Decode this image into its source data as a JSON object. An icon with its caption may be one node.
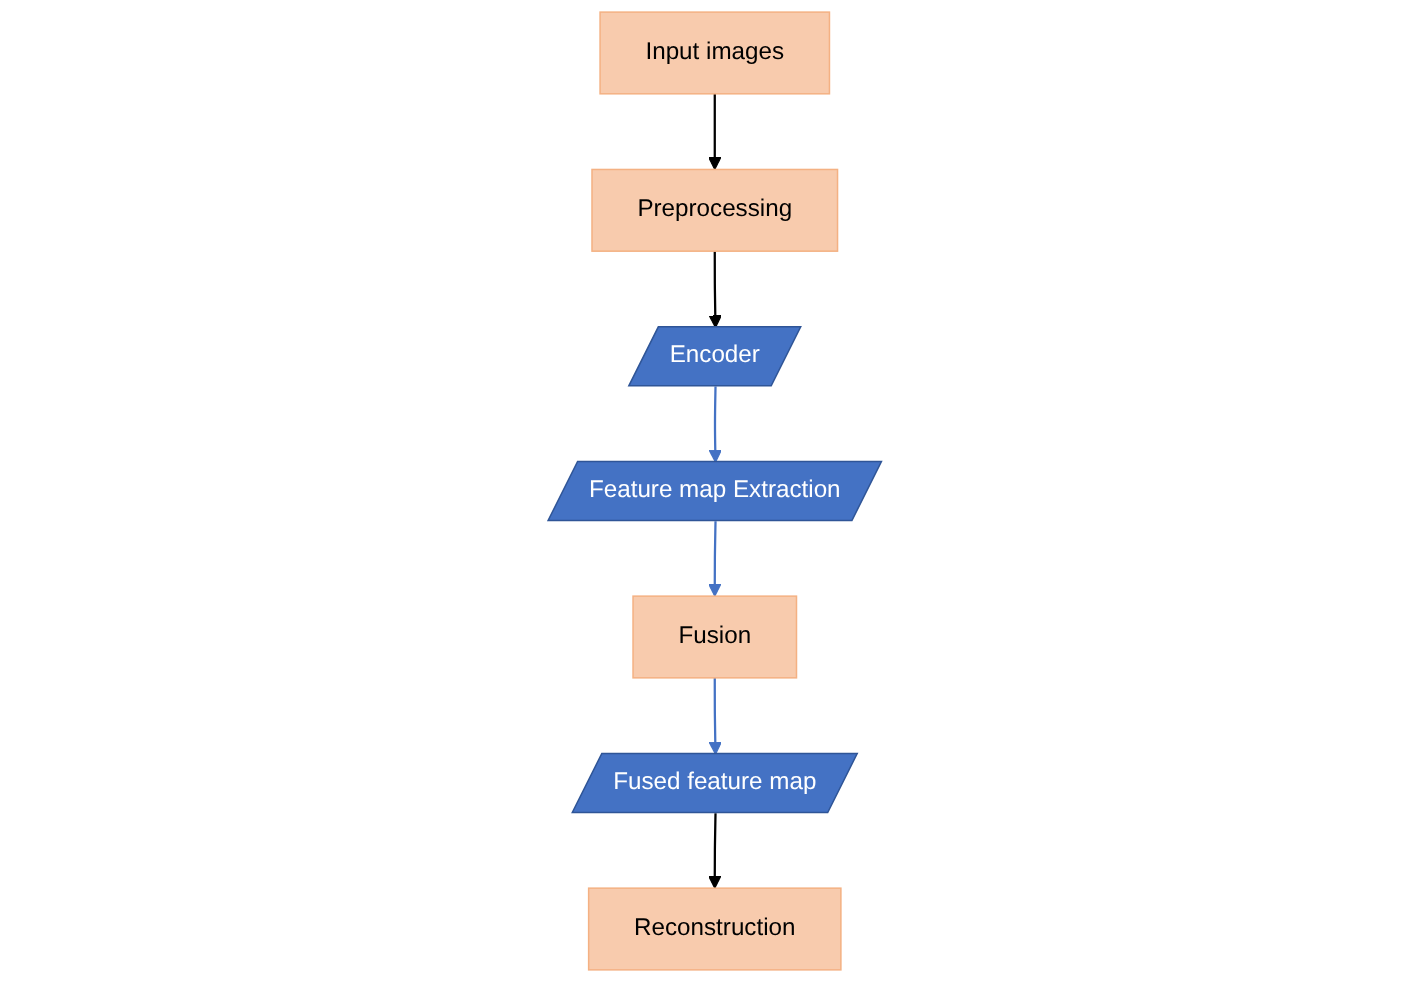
{
  "diagram": {
    "nodes": [
      {
        "text": [
          "Input images"
        ]
      },
      {
        "text": [
          "Preprocessing"
        ]
      },
      {
        "text": [
          "Encoder"
        ]
      },
      {
        "text": [
          "Feature map Extraction"
        ]
      },
      {
        "text": [
          "Fusion"
        ]
      },
      {
        "text": [
          "Fused feature map"
        ]
      },
      {
        "text": [
          "Reconstruction"
        ]
      }
    ],
    "edges": [
      {
        "from": 0,
        "to": 1,
        "arrow": "to"
      },
      {
        "from": 1,
        "to": 2,
        "arrow": "to"
      },
      {
        "from": 2,
        "to": 3,
        "arrow": "to",
        "color": "#4472c4"
      },
      {
        "from": 3,
        "to": 4,
        "arrow": "to",
        "color": "#4472c4"
      },
      {
        "from": 4,
        "to": 5,
        "arrow": "to",
        "color": "#4472c4"
      },
      {
        "from": 5,
        "to": 6,
        "arrow": "to"
      }
    ]
  }
}
